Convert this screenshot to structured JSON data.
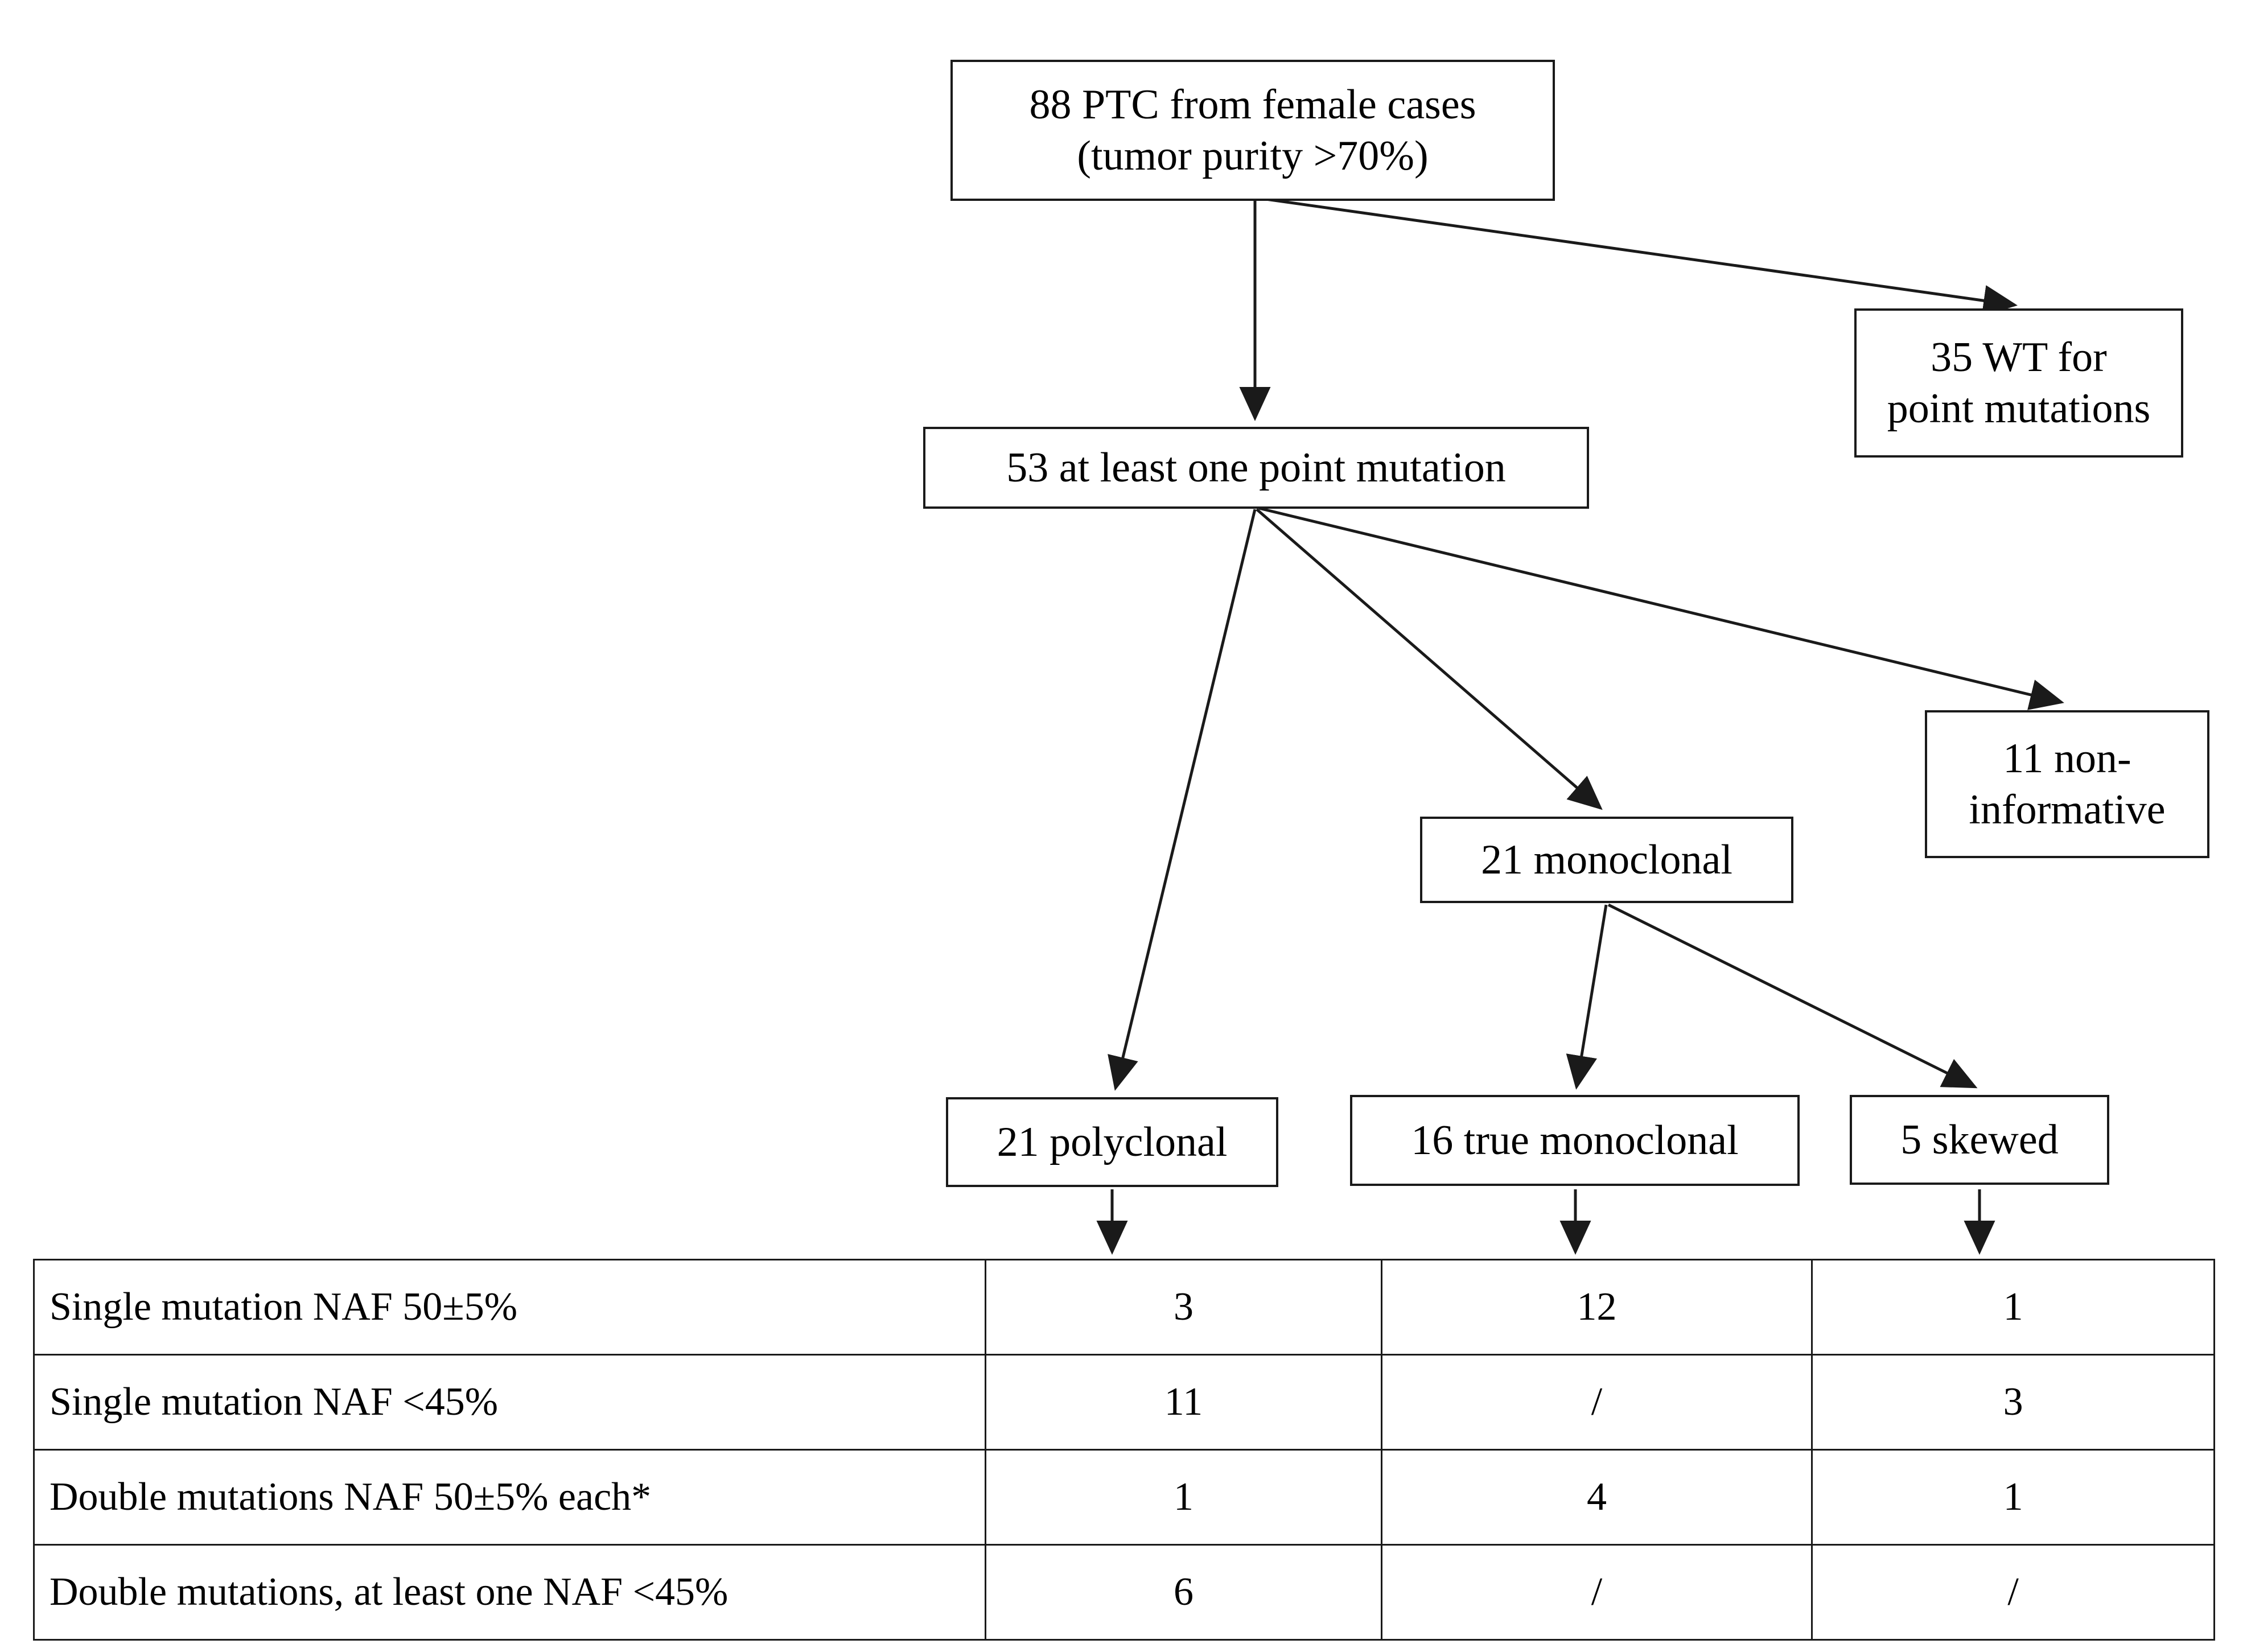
{
  "diagram": {
    "title": "PTC female cases clonality flowchart",
    "nodes": {
      "root": "88 PTC from female cases\n(tumor purity >70%)",
      "wt": "35 WT for\npoint mutations",
      "at_least_one": "53 at least one point mutation",
      "non_informative": "11 non-\ninformative",
      "monoclonal": "21 monoclonal",
      "polyclonal": "21 polyclonal",
      "true_monoclonal": "16 true monoclonal",
      "skewed": "5 skewed"
    },
    "edges": [
      {
        "from": "root",
        "to": "at_least_one"
      },
      {
        "from": "root",
        "to": "wt"
      },
      {
        "from": "at_least_one",
        "to": "polyclonal"
      },
      {
        "from": "at_least_one",
        "to": "monoclonal"
      },
      {
        "from": "at_least_one",
        "to": "non_informative"
      },
      {
        "from": "monoclonal",
        "to": "true_monoclonal"
      },
      {
        "from": "monoclonal",
        "to": "skewed"
      },
      {
        "from": "polyclonal",
        "to": "table_col_1"
      },
      {
        "from": "true_monoclonal",
        "to": "table_col_2"
      },
      {
        "from": "skewed",
        "to": "table_col_3"
      }
    ]
  },
  "chart_data": {
    "type": "table",
    "title": "",
    "categories": [
      "21 polyclonal",
      "16 true monoclonal",
      "5 skewed"
    ],
    "row_labels": [
      "Single mutation NAF 50±5%",
      "Single mutation NAF <45%",
      "Double mutations NAF 50±5% each*",
      "Double mutations, at least one NAF <45%"
    ],
    "rows": [
      {
        "label": "Single mutation NAF 50±5%",
        "values": [
          "3",
          "12",
          "1"
        ]
      },
      {
        "label": "Single mutation NAF <45%",
        "values": [
          "11",
          "/",
          "3"
        ]
      },
      {
        "label": "Double mutations NAF 50±5% each*",
        "values": [
          "1",
          "4",
          "1"
        ]
      },
      {
        "label": "Double mutations, at least one NAF <45%",
        "values": [
          "6",
          "/",
          "/"
        ]
      }
    ]
  },
  "colors": {
    "stroke": "#1a1a1a",
    "background": "#ffffff",
    "text": "#000000"
  }
}
